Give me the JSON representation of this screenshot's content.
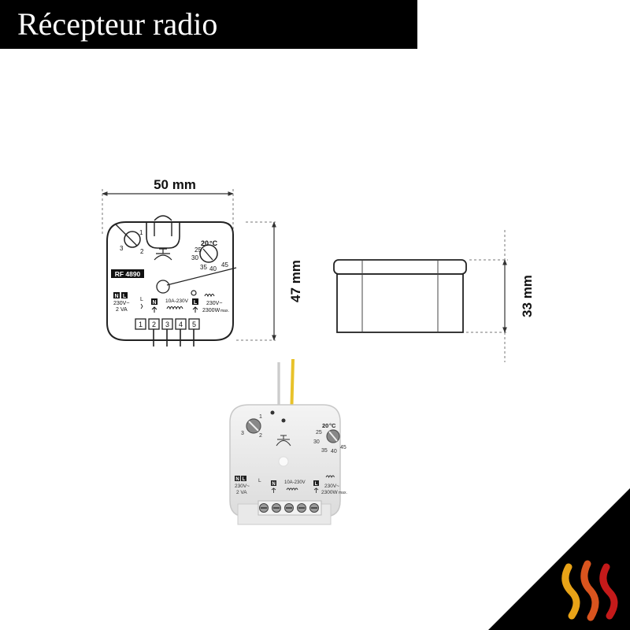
{
  "header": {
    "title": "Récepteur radio"
  },
  "dimensions": {
    "width": "50 mm",
    "height": "47 mm",
    "depth": "33 mm"
  },
  "device": {
    "model": "RF 4890",
    "selector_values": [
      "1",
      "2",
      "3"
    ],
    "temperature_unit": "°C",
    "temperature_values": [
      "20",
      "25",
      "30",
      "35",
      "40",
      "45"
    ],
    "supply_labels": [
      "N",
      "L"
    ],
    "supply_rating": [
      "230V~",
      "2 VA"
    ],
    "neutral_label": "N",
    "line_label": "L",
    "relay_rating": "10A-230V",
    "load_label": "L",
    "load_rating": [
      "230V~",
      "2300W"
    ],
    "load_max": "max.",
    "terminals": [
      "1",
      "2",
      "3",
      "4",
      "5"
    ]
  },
  "colors": {
    "flames": [
      "#e8a317",
      "#d9541e",
      "#c41a1a"
    ],
    "corner": "#000000",
    "wire_yellow": "#e8c22a"
  }
}
